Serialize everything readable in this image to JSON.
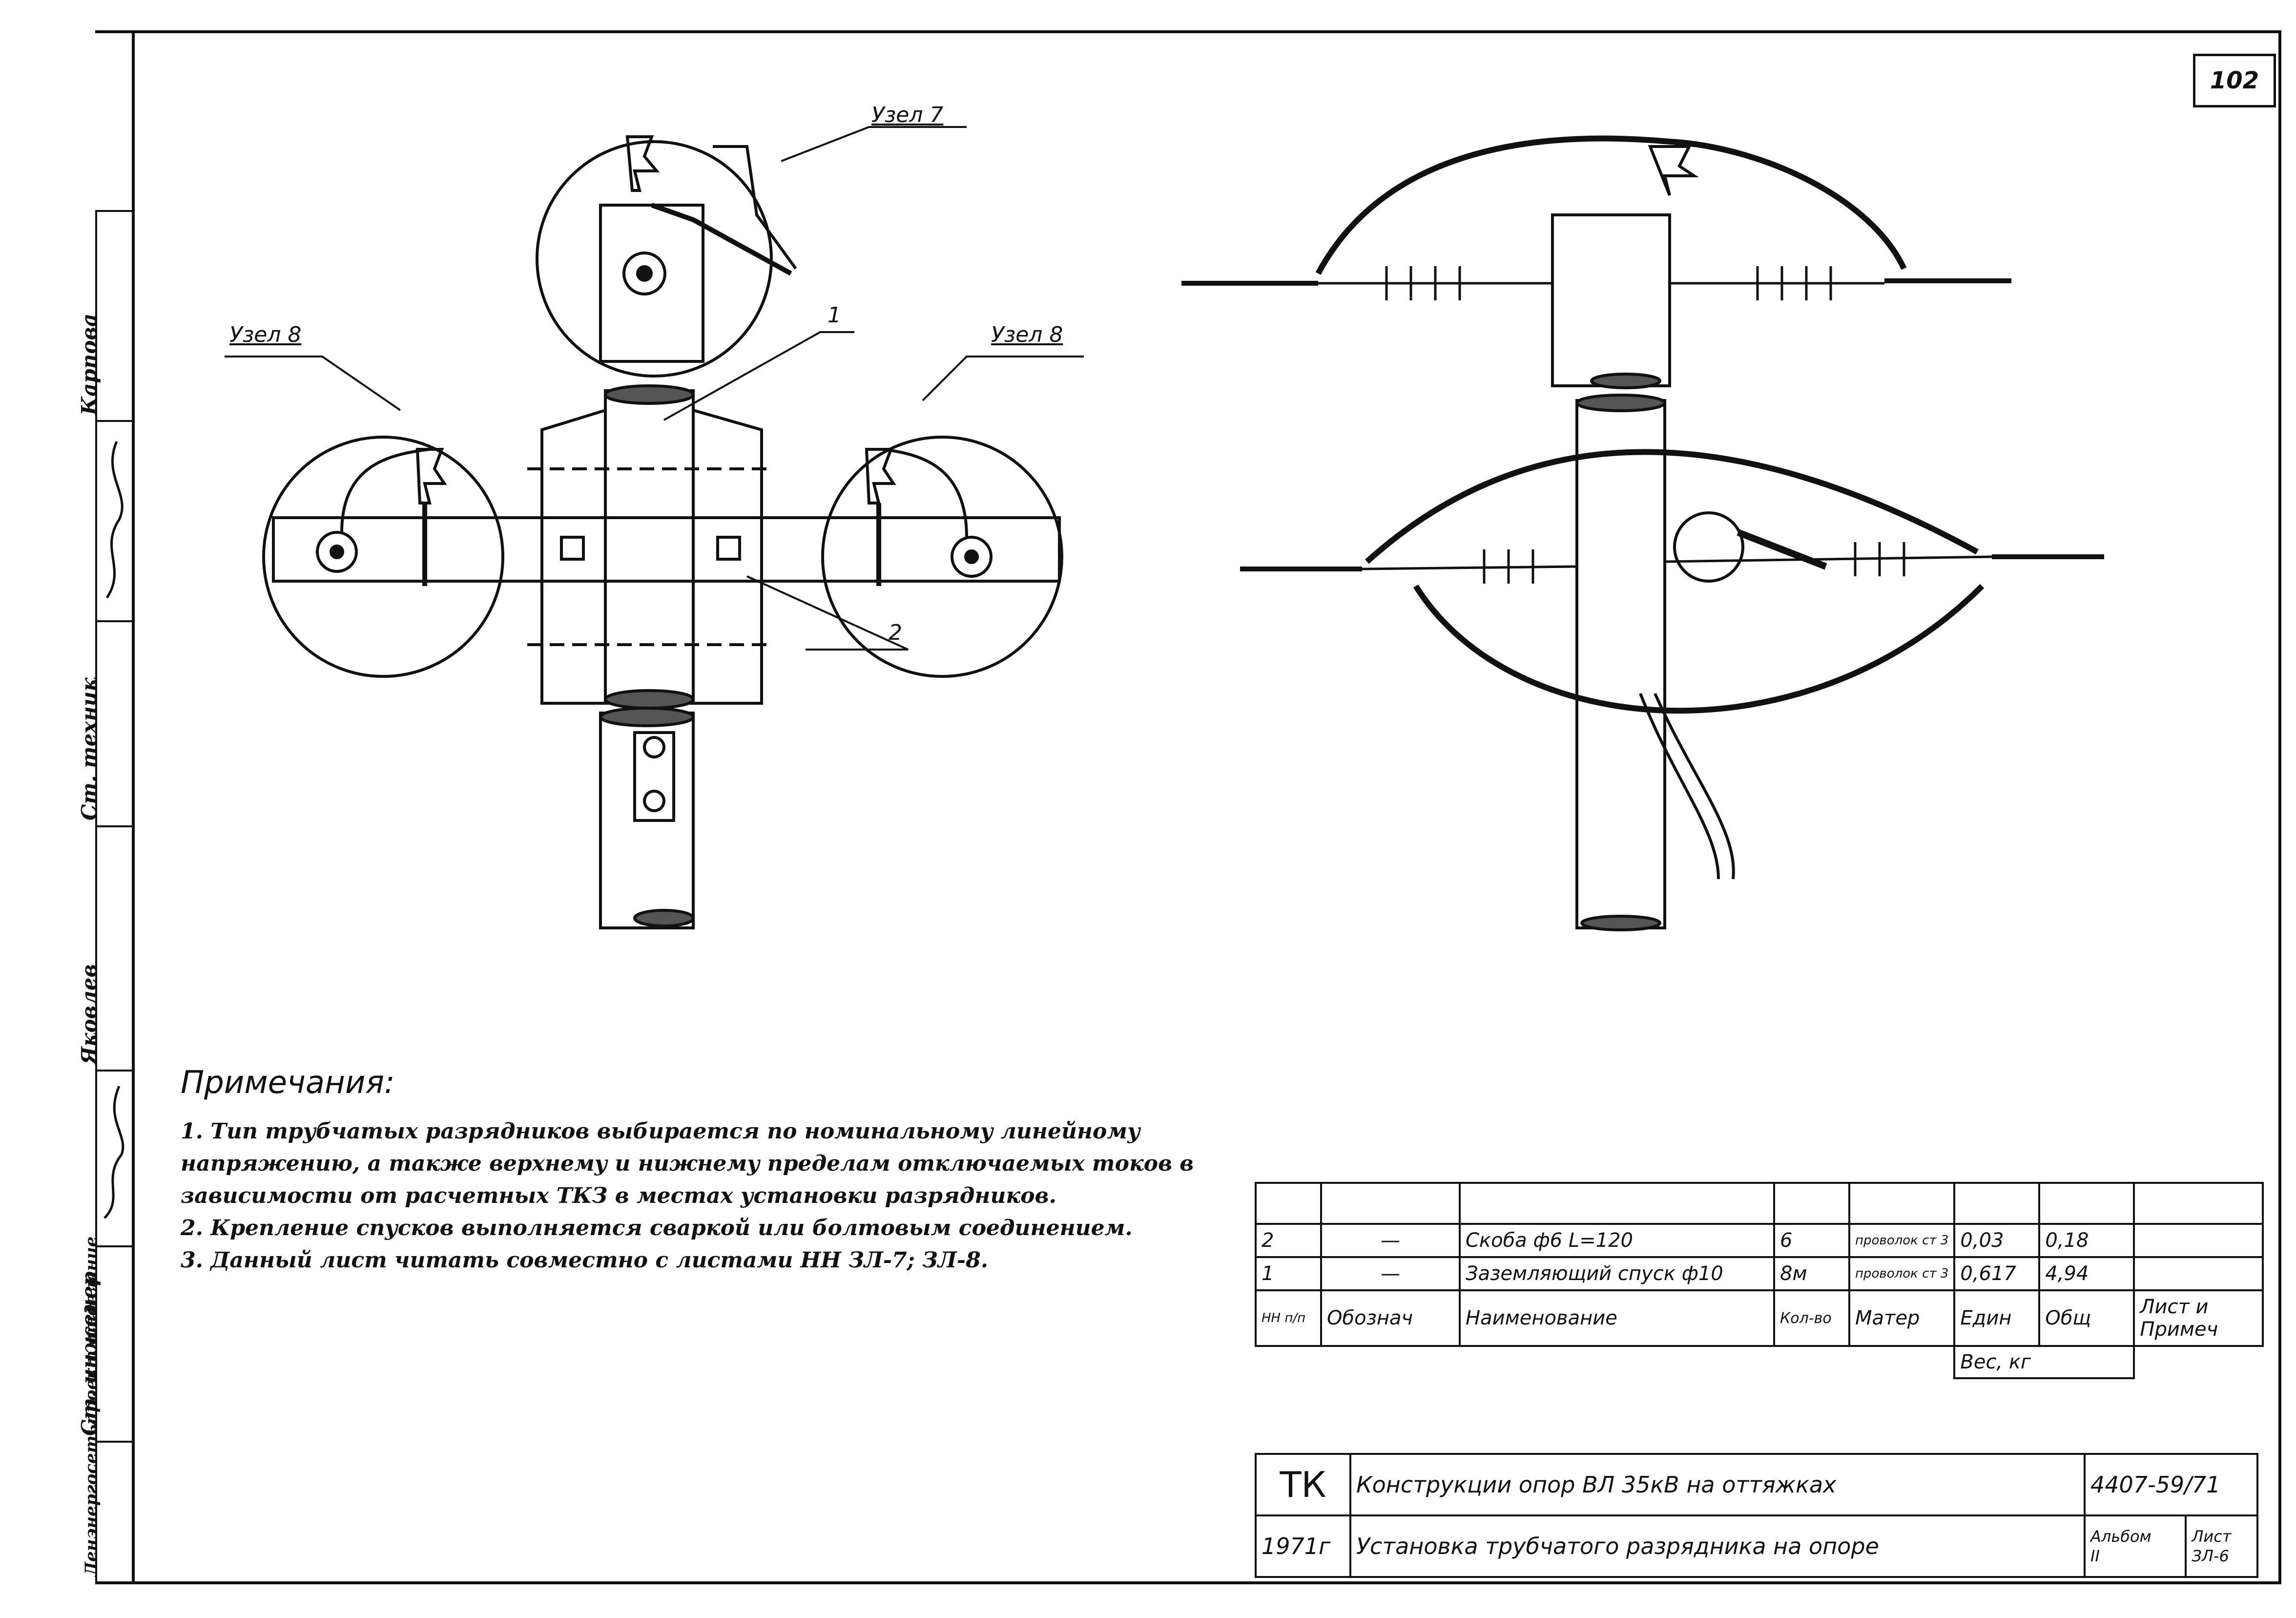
{
  "sheet_number": "102",
  "side_strip": [
    {
      "role": "Карпова"
    },
    {
      "role": "Ст. техник"
    },
    {
      "role": "Яковлев"
    },
    {
      "role": "Ст. инженер"
    },
    {
      "role": "Ленэнергосетьпроект отделение"
    }
  ],
  "drawing_labels": {
    "node7": "Узел 7",
    "node8_left": "Узел 8",
    "node8_right": "Узел 8",
    "item1": "1",
    "item2": "2"
  },
  "notes": {
    "title": "Примечания:",
    "items": [
      "1. Тип трубчатых разрядников выбирается по номинальному линейному напряжению, а также верхнему и нижнему пределам отключаемых токов в зависимости от расчетных ТКЗ в местах установки разрядников.",
      "2. Крепление спусков выполняется сваркой или болтовым соединением.",
      "3. Данный лист читать совместно с листами НН ЗЛ-7; ЗЛ-8."
    ]
  },
  "spec_table": {
    "header": {
      "num": "НН п/п",
      "designation": "Обознач",
      "name": "Наименование",
      "qty": "Кол-во",
      "material": "Матер",
      "unit": "Един",
      "total": "Общ",
      "weight": "Вес, кг",
      "note": "Лист и Примеч"
    },
    "rows": [
      {
        "num": "2",
        "designation": "—",
        "name": "Скоба ф6 L=120",
        "qty": "6",
        "material": "проволок ст 3",
        "unit": "0,03",
        "total": "0,18",
        "note": ""
      },
      {
        "num": "1",
        "designation": "—",
        "name": "Заземляющий спуск ф10",
        "qty": "8м",
        "material": "проволок ст 3",
        "unit": "0,617",
        "total": "4,94",
        "note": ""
      }
    ]
  },
  "title_block": {
    "org": "ТК",
    "year": "1971г",
    "title1": "Конструкции опор ВЛ 35кВ на оттяжках",
    "title2": "Установка трубчатого разрядника на опоре",
    "code": "4407-59/71",
    "album_label": "Альбом",
    "album_value": "II",
    "sheet_label": "Лист",
    "sheet_value": "ЗЛ-6"
  }
}
